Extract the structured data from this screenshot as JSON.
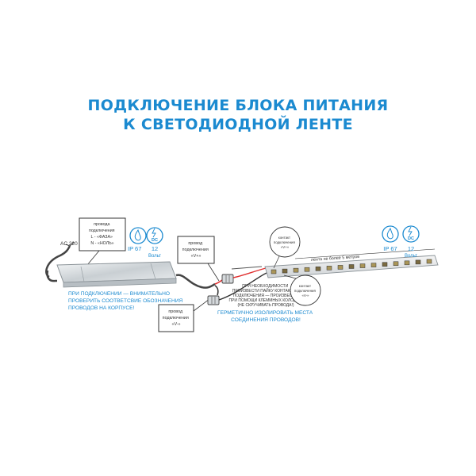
{
  "title": {
    "line1": "ПОДКЛЮЧЕНИЕ БЛОКА ПИТАНИЯ",
    "line2": "К СВЕТОДИОДНОЙ ЛЕНТЕ"
  },
  "mains": {
    "voltage_label": "AC 220 В",
    "note_lines": [
      "провода",
      "подключения",
      "L - «ФАЗА»",
      "N - «НОЛЬ»"
    ]
  },
  "psu": {
    "ip_rating": "IP 67",
    "voltage_value": "12",
    "voltage_unit": "Вольт",
    "dc_label": "DC",
    "warning_lines": [
      "ПРИ ПОДКЛЮЧЕНИИ — ВНИМАТЕЛЬНО",
      "ПРОВЕРИТЬ СООТВЕТСВИЕ ОБОЗНАЧЕНИЯ",
      "ПРОВОДОВ НА КОРПУСЕ!"
    ]
  },
  "wire_plus_note": [
    "провод",
    "подключения",
    "«V+»"
  ],
  "wire_minus_note": [
    "провод",
    "подключения",
    "«V-»"
  ],
  "connector_note_lines": [
    "ПРИ НЕОБХОДИМОСТИ",
    "ПРОИЗВЕСТИ ПАЙКУ КОНТАКТОВ",
    "ПОДКЛЮЧЕНИЯ — ПРОИЗВЕСТИ",
    "ПРИ ПОМОЩИ КЛЕММНЫХ КОЛОДОК",
    "(НЕ СКРУЧИВАТЬ ПРОВОДА!)"
  ],
  "insulate_note_lines": [
    "ГЕРМЕТИЧНО ИЗОЛИРОВАТЬ МЕСТА",
    "СОЕДИНЕНИЯ ПРОВОДОВ!"
  ],
  "strip": {
    "length_label": "лента не более 5 метров",
    "ip_rating": "IP 67",
    "voltage_value": "12",
    "voltage_unit": "Вольт",
    "dc_label": "DC",
    "contact_plus_lines": [
      "контакт",
      "подключения",
      "«V+»"
    ],
    "contact_minus_lines": [
      "контакт",
      "подключения",
      "«V-»"
    ]
  }
}
